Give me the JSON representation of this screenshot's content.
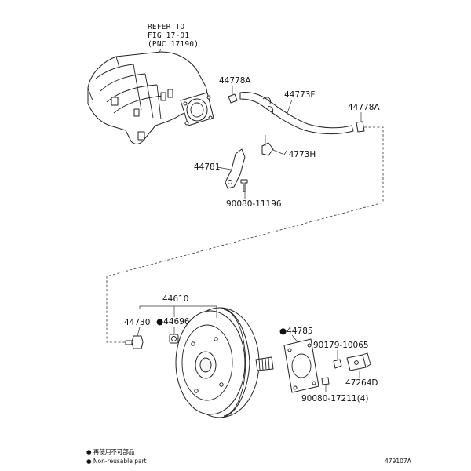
{
  "refer": {
    "line1": "REFER TO",
    "line2": "FIG 17-01",
    "line3": "(PNC 17190)"
  },
  "parts": {
    "p44778a_upper": "44778A",
    "p44773f": "44773F",
    "p44778a_right": "44778A",
    "p44773h": "44773H",
    "p44781": "44781",
    "p90080_11196": "90080-11196",
    "p44610": "44610",
    "p44730": "44730",
    "p44696": "●44696",
    "p44785": "●44785",
    "p90179_10065": "90179-10065",
    "p47264d": "47264D",
    "p90080_17211": "90080-17211(4)"
  },
  "legend": {
    "line1": "● 再使用不可部品",
    "line2": "● Non-reusable part"
  },
  "figure_id": "479107A"
}
